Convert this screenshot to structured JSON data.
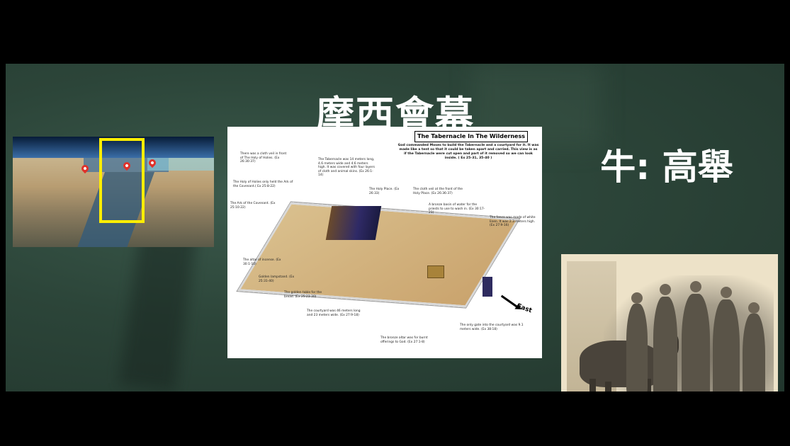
{
  "slide": {
    "title": "摩西會幕",
    "subtitle": "牛: 高舉"
  },
  "map_panel": {
    "pins": [
      "map-pin",
      "map-pin",
      "map-pin"
    ],
    "highlight_color": "#ffee00"
  },
  "diagram_panel": {
    "title": "The Tabernacle In The Wilderness",
    "intro": "God commanded Moses to build the Tabernacle and a courtyard for it. It was made like a tent so that it could be taken apart and carried. This view is as if the Tabernacle were cut open and part of it removed so we can look inside. ( Ex 25-31, 35-40 )",
    "annotations": [
      {
        "id": "veil-holies",
        "text": "There was a cloth veil in front of The Holy of Holies. (Ex 26:30-37)"
      },
      {
        "id": "tabernacle-size",
        "text": "The Tabernacle was 14 meters long, 4.6 meters wide and 4.6 meters high. It was covered with four layers of cloth and animal skins. (Ex 26:1-14)"
      },
      {
        "id": "holy-of-holies",
        "text": "The Holy of Holies only held the Ark of the Covenant.( Ex 25:8-22)"
      },
      {
        "id": "holy-place",
        "text": "The Holy Place. (Ex 26:33)"
      },
      {
        "id": "cloth-veil-front",
        "text": "The cloth veil at the front of the Holy Place. (Ex 26:36-37)"
      },
      {
        "id": "ark",
        "text": "The Ark of the Covenant. (Ex 25:10-22)"
      },
      {
        "id": "bronze-basin",
        "text": "A bronze basin of water for the priests to use to wash in. (Ex 30:17-21)"
      },
      {
        "id": "fence",
        "text": "The fence was made of white linen. It was 2.3 meters high. (Ex 27:9-16)"
      },
      {
        "id": "altar-incense",
        "text": "The altar of incense. (Ex 30:1-10)"
      },
      {
        "id": "lampstand",
        "text": "Golden lampstand. (Ex 25:31-40)"
      },
      {
        "id": "golden-table",
        "text": "The golden table for the bread. (Ex 25:23-30)"
      },
      {
        "id": "courtyard-size",
        "text": "The courtyard was 46 meters long and 23 meters wide. (Ex 27:9-18)"
      },
      {
        "id": "gate",
        "text": "The only gate into the courtyard was 9.1 meters wide. (Ex 38:18)"
      },
      {
        "id": "bronze-altar",
        "text": "The bronze altar was for burnt offerings to God. (Ex 27:1-8)"
      }
    ],
    "compass": "East"
  },
  "engraving_panel": {
    "description_icon": "engraving-illustration"
  }
}
